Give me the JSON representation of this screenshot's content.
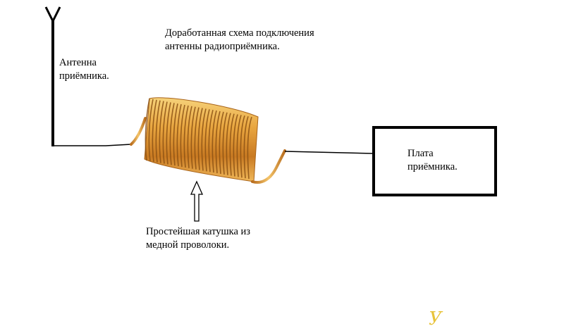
{
  "title": {
    "line1": "Доработанная схема подключения",
    "line2": "антенны радиоприёмника."
  },
  "antenna": {
    "line1": "Антенна",
    "line2": "приёмника.",
    "icon": "antenna-icon"
  },
  "board": {
    "line1": "Плата",
    "line2": "приёмника."
  },
  "coil": {
    "line1": "Простейшая катушка из",
    "line2": "медной проволоки.",
    "icon": "copper-coil-icon"
  },
  "watermark": "У",
  "colors": {
    "copper": "#d9952f",
    "copper_light": "#f5c66a",
    "copper_dark": "#a8631a",
    "line": "#000000",
    "watermark": "#e8c33a"
  }
}
